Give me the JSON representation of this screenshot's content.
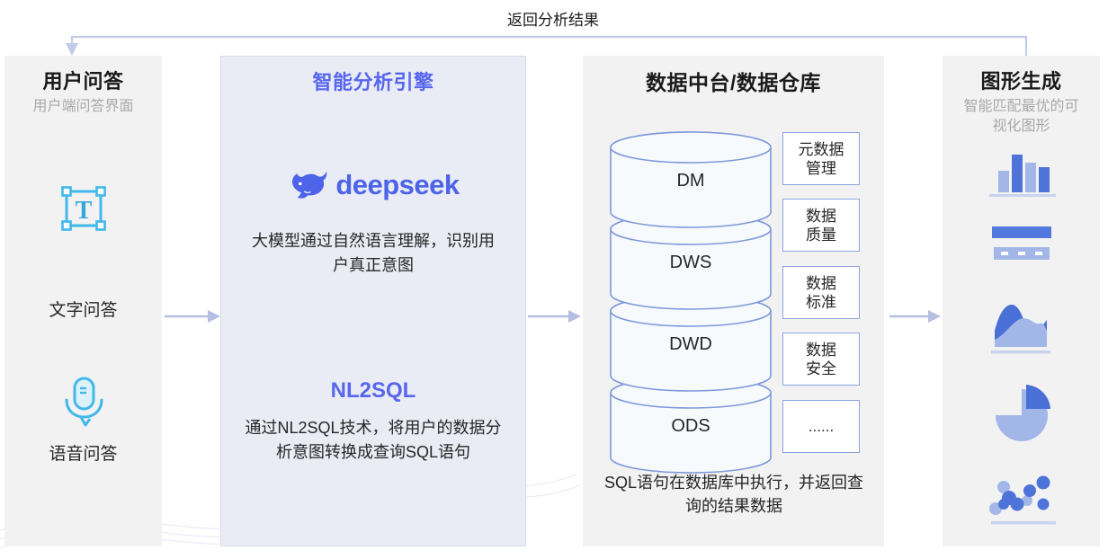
{
  "flow_back": {
    "label": "返回分析结果"
  },
  "columns": {
    "user_qa": {
      "title": "用户问答",
      "subtitle": "用户端问答界面",
      "items": [
        {
          "icon": "text-box-icon",
          "label": "文字问答"
        },
        {
          "icon": "microphone-icon",
          "label": "语音问答"
        }
      ]
    },
    "engine": {
      "title": "智能分析引擎",
      "logo_icon": "deepseek-whale-icon",
      "logo_text": "deepseek",
      "desc1": "大模型通过自然语言理解，识别用户真正意图",
      "nl2sql_title": "NL2SQL",
      "desc2": "通过NL2SQL技术，将用户的数据分析意图转换成查询SQL语句"
    },
    "warehouse": {
      "title": "数据中台/数据仓库",
      "layers": [
        "DM",
        "DWS",
        "DWD",
        "ODS"
      ],
      "governance": [
        {
          "l1": "元数据",
          "l2": "管理"
        },
        {
          "l1": "数据",
          "l2": "质量"
        },
        {
          "l1": "数据",
          "l2": "标准"
        },
        {
          "l1": "数据",
          "l2": "安全"
        },
        {
          "l1": "......",
          "l2": ""
        }
      ],
      "footnote": "SQL语句在数据库中执行，并返回查询的结果数据"
    },
    "charts": {
      "title": "图形生成",
      "subtitle": "智能匹配最优的可视化图形",
      "icons": [
        "bar-chart-icon",
        "horizontal-bar-icon",
        "area-chart-icon",
        "pie-chart-icon",
        "scatter-chart-icon"
      ]
    }
  },
  "colors": {
    "accent_blue": "#5766ee",
    "deepseek_blue": "#4d63e8",
    "cyan_icon": "#41b8ea",
    "arrow": "#b6bfe2",
    "chart_dark": "#4a70d8",
    "chart_light": "#a3b6e8",
    "panel_gray": "#f2f2f2",
    "panel_blue": "#e9ecf5"
  }
}
